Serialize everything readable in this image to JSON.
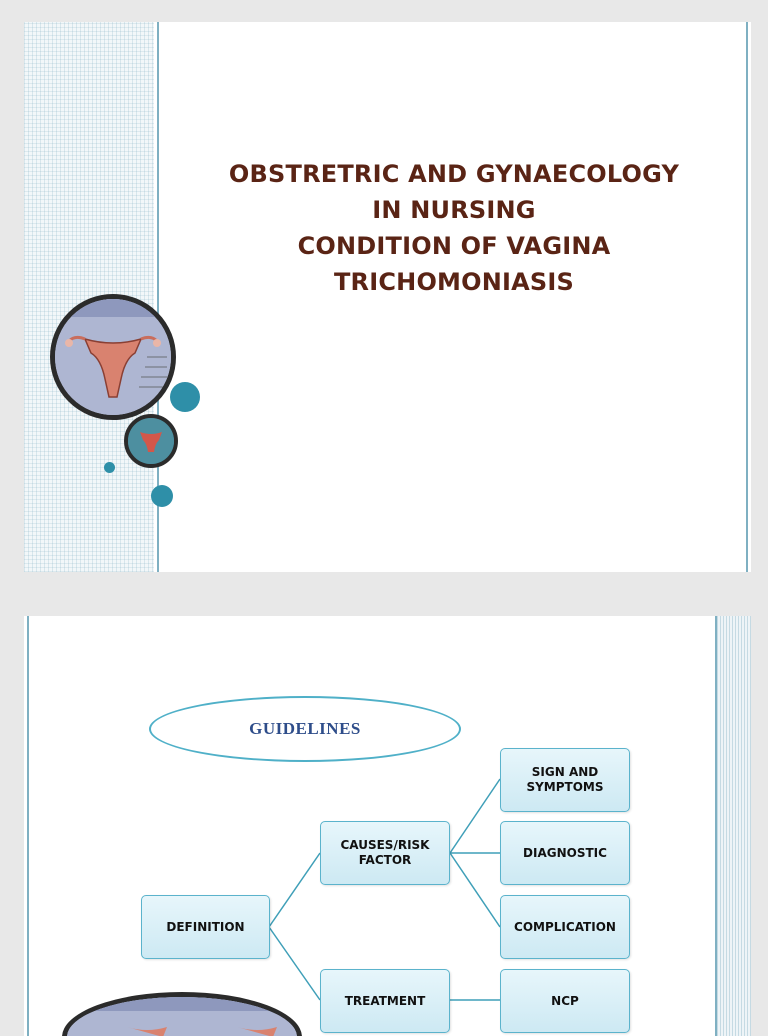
{
  "slide1": {
    "title_lines": [
      "OBSTRETRIC AND GYNAECOLOGY",
      "IN NURSING",
      "CONDITION OF VAGINA",
      "TRICHOMONIASIS"
    ],
    "image_icon": "uterus-anatomy-icon"
  },
  "slide2": {
    "ellipse_label": "GUIDELINES",
    "boxes": {
      "definition": "DEFINITION",
      "causes": "CAUSES/RISK FACTOR",
      "treatment": "TREATMENT",
      "signs": "SIGN AND SYMPTOMS",
      "diagnostic": "DIAGNOSTIC",
      "complication": "COMPLICATION",
      "ncp": "NCP"
    }
  },
  "colors": {
    "title": "#5a2415",
    "accent": "#2e8fa8",
    "box_border": "#5bb3cc",
    "ellipse_text": "#2e4d8a"
  }
}
